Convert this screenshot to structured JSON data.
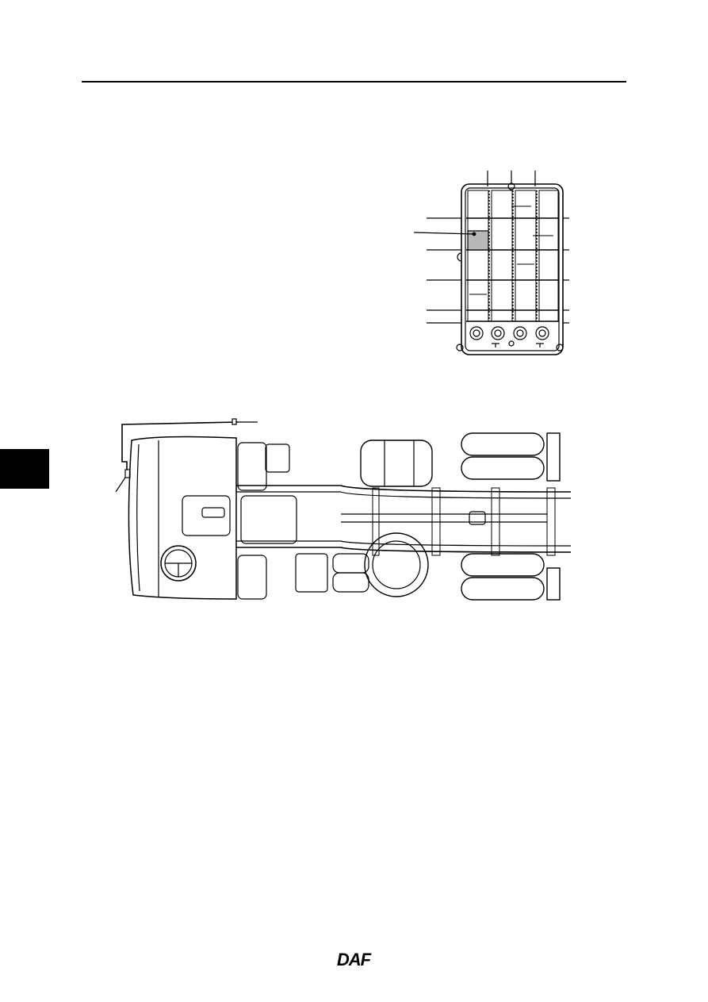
{
  "colors": {
    "ink": "#000000",
    "highlight": "#b8b8b8",
    "paper": "#ffffff"
  },
  "fuse_box": {
    "icon_names": [
      "fuse-box-diagram",
      "relay-cell-highlighted",
      "connector-sockets"
    ]
  },
  "chassis": {
    "icon_names": [
      "truck-chassis-top-view",
      "cab",
      "steering-wheel",
      "fuel-tank",
      "wheels"
    ]
  },
  "footer": {
    "logo_text": "DAF"
  }
}
